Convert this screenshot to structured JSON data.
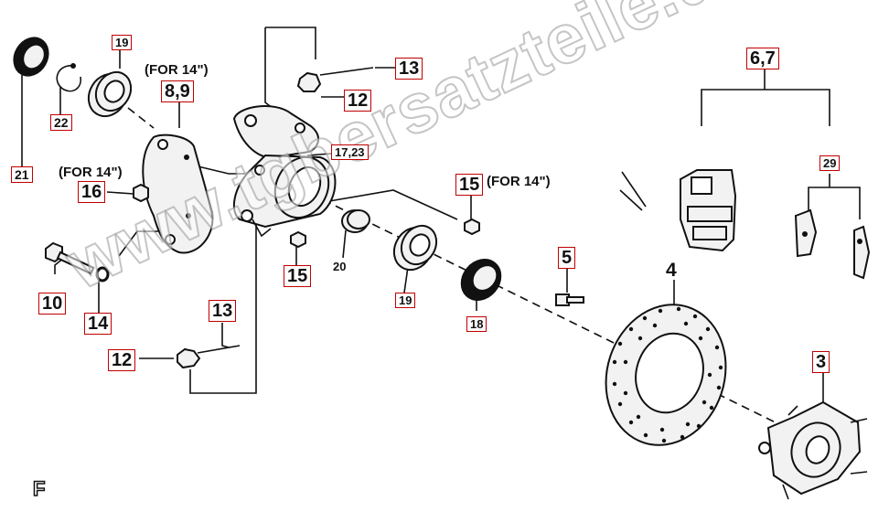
{
  "diagram": {
    "labels": {
      "l21": "21",
      "l22": "22",
      "l19a": "19",
      "l89": "8,9",
      "l16": "16",
      "l10": "10",
      "l14": "14",
      "l13a": "13",
      "l12a": "12",
      "l1723": "17,23",
      "l13b": "13",
      "l12b": "12",
      "l15a": "15",
      "l15b": "15",
      "l20": "20",
      "l19b": "19",
      "l18": "18",
      "l5": "5",
      "l4": "4",
      "l67": "6,7",
      "l29": "29",
      "l3": "3"
    },
    "notes": {
      "n1": "(FOR 14\")",
      "n2": "(FOR 14\")",
      "n3": "(FOR 14\")"
    },
    "watermark": "www.tgbersatzteile.de",
    "corner_mark": "F",
    "colors": {
      "label_border": "#c00000",
      "line": "#111111",
      "watermark_stroke": "#969696"
    }
  }
}
